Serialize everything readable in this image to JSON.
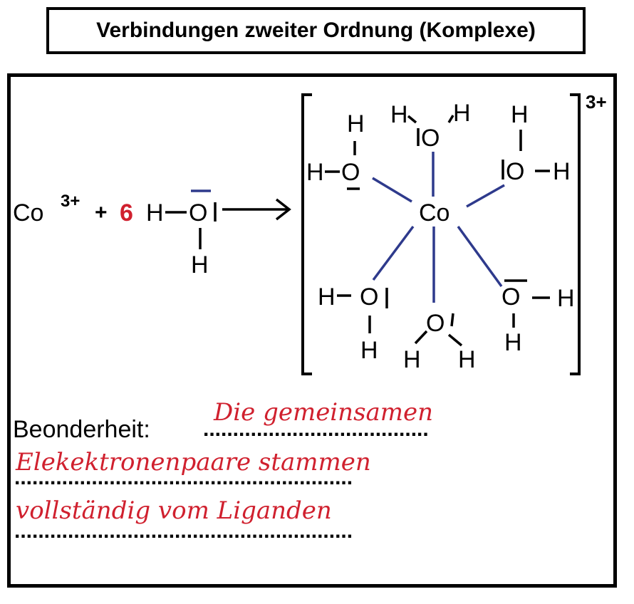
{
  "title": "Verbindungen zweiter Ordnung (Komplexe)",
  "colors": {
    "text": "#000000",
    "accent_red": "#d0202e",
    "bond_blue": "#2e3a8c"
  },
  "reaction": {
    "metal_ion": "Co",
    "metal_charge": "3+",
    "plus": "+",
    "coefficient": "6",
    "ligand": {
      "h_left": "H",
      "bond_left": "−",
      "oxygen": "O",
      "h_bottom": "H"
    },
    "arrow": "reaction-arrow"
  },
  "complex": {
    "central_atom": "Co",
    "charge": "3+",
    "ligands": [
      {
        "position": "upper-left",
        "atoms": [
          "H",
          "O",
          "H"
        ]
      },
      {
        "position": "top",
        "atoms": [
          "H",
          "O",
          "H"
        ]
      },
      {
        "position": "upper-right",
        "atoms": [
          "H",
          "O",
          "H"
        ]
      },
      {
        "position": "lower-left",
        "atoms": [
          "H",
          "O",
          "H"
        ]
      },
      {
        "position": "bottom",
        "atoms": [
          "H",
          "O",
          "H"
        ]
      },
      {
        "position": "lower-right",
        "atoms": [
          "H",
          "O",
          "H"
        ]
      }
    ],
    "labels": {
      "H": "H",
      "O": "O",
      "Co": "Co"
    }
  },
  "note": {
    "label": "Beonderheit:",
    "dots": "......................................",
    "dots_line": ".........................................................",
    "answer_lines": [
      "Die gemeinsamen",
      "Elekektronenpaare stammen",
      "vollständig vom Liganden"
    ]
  }
}
